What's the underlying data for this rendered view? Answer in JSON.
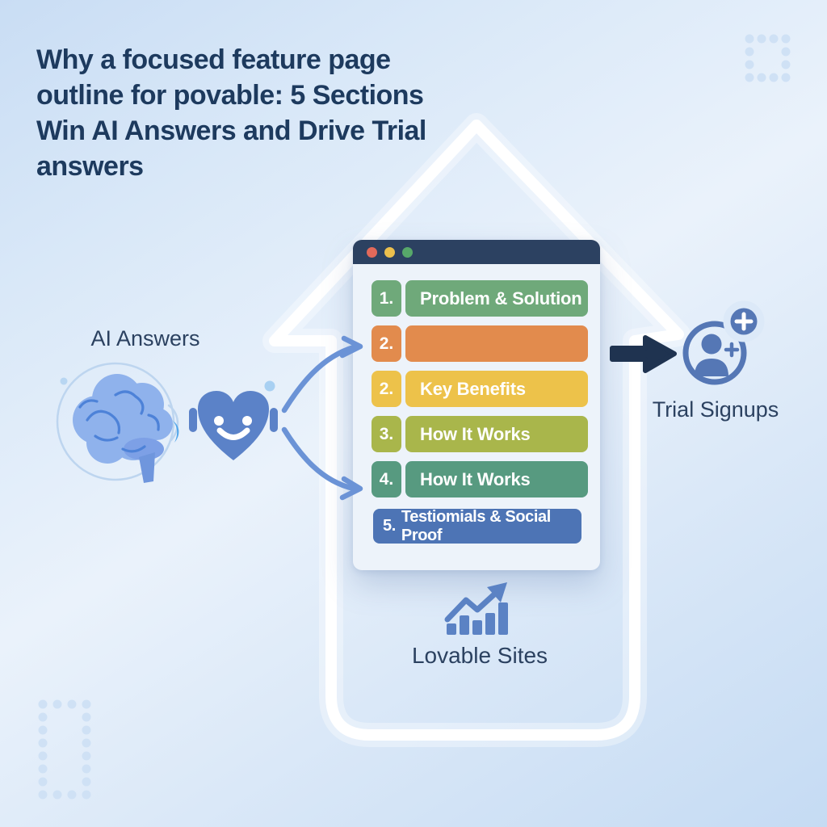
{
  "title": "Why a focused feature page\noutline for povable:    5 Sections\nWin AI Answers and Drive Trial\nanswers",
  "left_flow": {
    "label": "AI Answers",
    "icons": [
      "speech-bubble-icon",
      "brain-icon",
      "heart-face-icon"
    ]
  },
  "browser_window": {
    "controls": [
      "#e2695a",
      "#ecc04d",
      "#57a86a"
    ],
    "sections": [
      {
        "number": "1.",
        "label": "Problem & Solution",
        "color": "#6fa97a"
      },
      {
        "number": "2.",
        "label": "",
        "color": "#e28b4d"
      },
      {
        "number": "2.",
        "label": "Key Benefits",
        "color": "#edc24a"
      },
      {
        "number": "3.",
        "label": "How It Works",
        "color": "#a9b64b"
      },
      {
        "number": "4.",
        "label": "How It Works",
        "color": "#579a80"
      },
      {
        "number": "5.",
        "label": "Testiomials & Social Proof",
        "color": "#4d74b5"
      }
    ]
  },
  "right_flow": {
    "label": "Trial Signups",
    "icons": [
      "arrow-right-icon",
      "user-add-icon",
      "plus-badge-icon"
    ]
  },
  "bottom_flow": {
    "label": "Lovable Sites",
    "icons": [
      "growth-chart-icon"
    ]
  },
  "colors": {
    "background_top": "#c9ddf4",
    "background_center": "#eaf2fb",
    "title_text": "#1d3a5e",
    "label_text": "#2b4160",
    "accent_blue": "#5b82c8",
    "brain_blue": "#8fb2ec",
    "connector_blue": "#6b93d6",
    "dark_navy_arrow": "#1f3350",
    "white_arrow": "#ffffff",
    "window_titlebar": "#2c4161",
    "window_body": "#edf3fa"
  }
}
